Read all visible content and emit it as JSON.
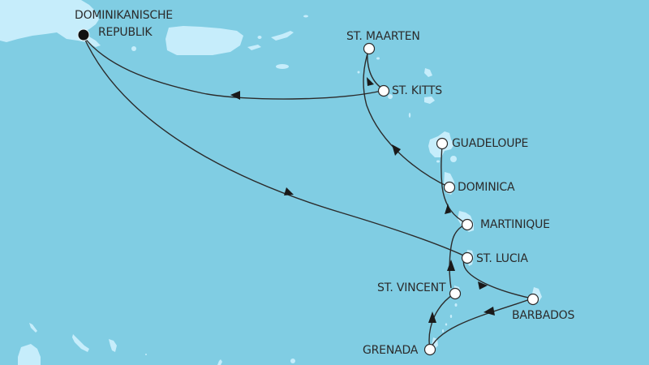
{
  "map": {
    "colors": {
      "sea": "#80cde3",
      "land": "#c6edfb",
      "route": "#2b2b2b",
      "port_fill": "#ffffff",
      "start_port_fill": "#111111"
    },
    "start_port": {
      "name_line1": "DOMINIKANISCHE",
      "name_line2": "REPUBLIK"
    },
    "ports": [
      {
        "name": "ST. MAARTEN"
      },
      {
        "name": "ST. KITTS"
      },
      {
        "name": "GUADELOUPE"
      },
      {
        "name": "DOMINICA"
      },
      {
        "name": "MARTINIQUE"
      },
      {
        "name": "ST. LUCIA"
      },
      {
        "name": "ST. VINCENT"
      },
      {
        "name": "BARBADOS"
      },
      {
        "name": "GRENADA"
      }
    ],
    "route_order": [
      "DOMINIKANISCHE REPUBLIK",
      "ST. LUCIA",
      "BARBADOS",
      "GRENADA",
      "ST. VINCENT",
      "ST. LUCIA",
      "MARTINIQUE",
      "DOMINICA",
      "GUADELOUPE",
      "ST. MAARTEN",
      "ST. KITTS",
      "DOMINIKANISCHE REPUBLIK"
    ]
  }
}
